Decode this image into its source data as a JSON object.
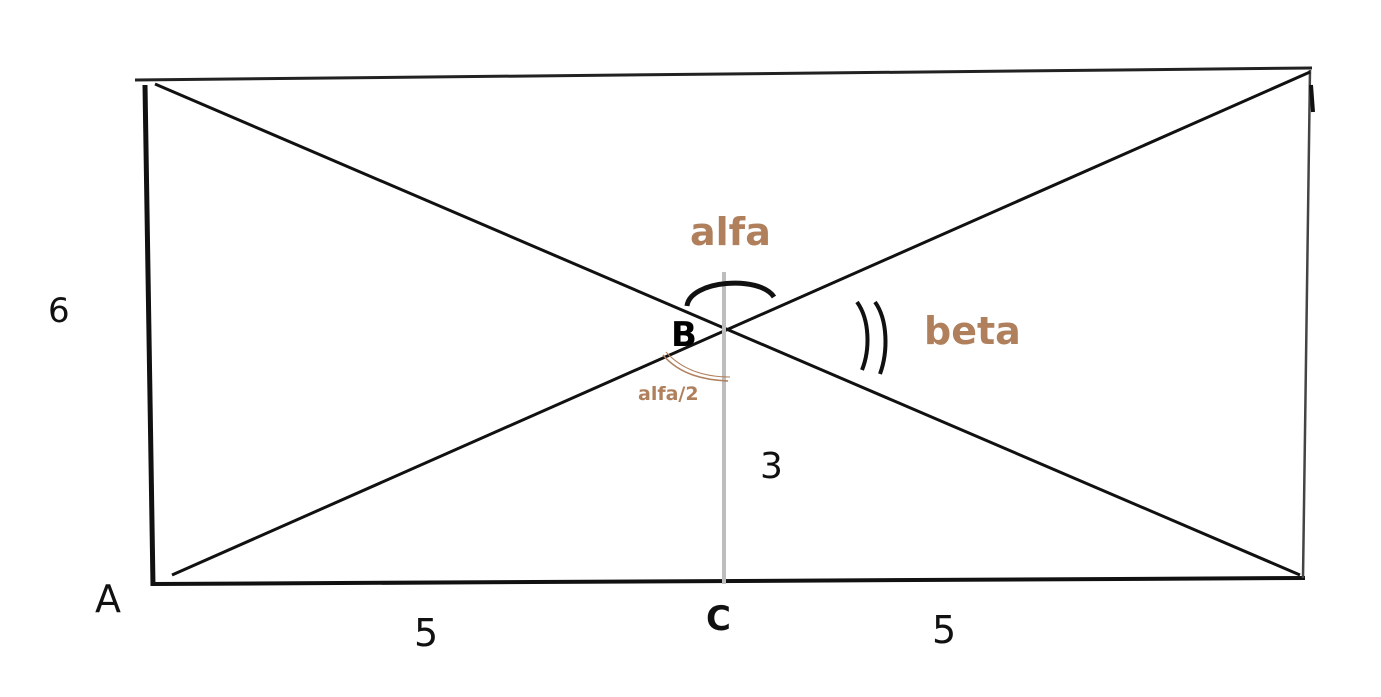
{
  "labels": {
    "point_a": "A",
    "point_b": "B",
    "point_c": "C",
    "side_height": "6",
    "segment_bc": "3",
    "segment_left": "5",
    "segment_right": "5",
    "angle_alfa": "alfa",
    "angle_beta": "beta",
    "angle_half_alfa": "alfa/2"
  },
  "colors": {
    "annotation": "#b0805d",
    "lines": "#111111",
    "altitude": "#bdbdbd"
  }
}
